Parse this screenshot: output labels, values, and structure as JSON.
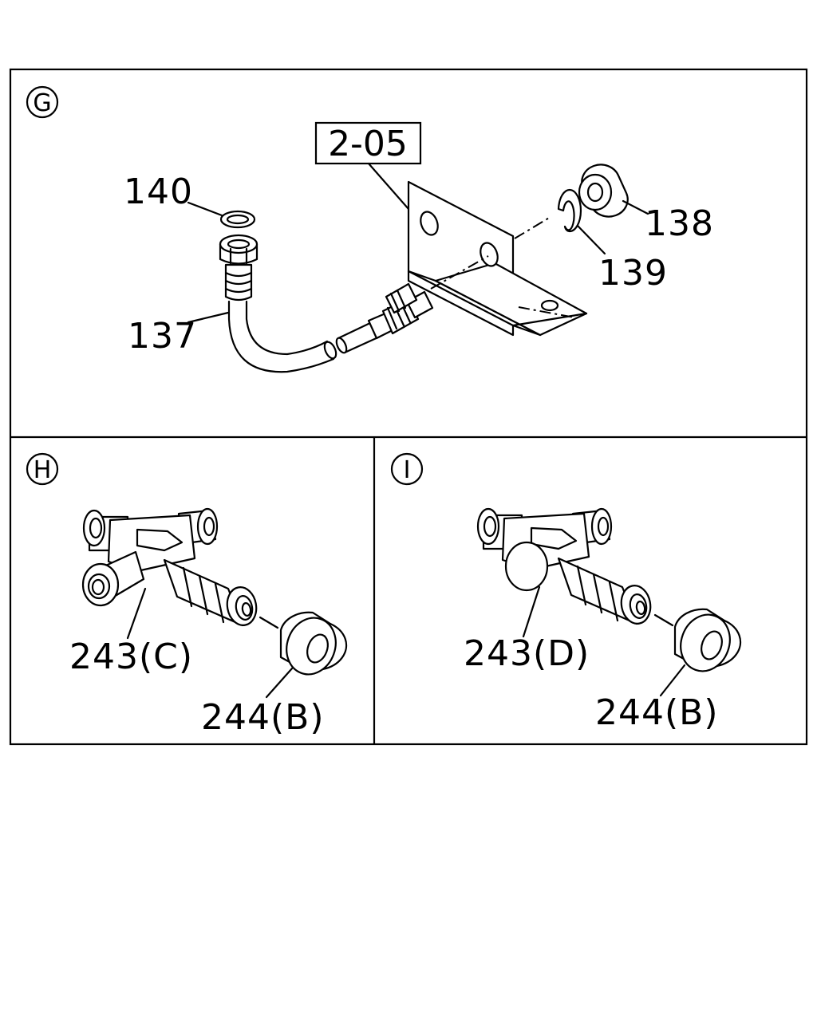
{
  "panels": {
    "g": {
      "marker": "G"
    },
    "h": {
      "marker": "H"
    },
    "i": {
      "marker": "I"
    }
  },
  "callouts": {
    "ref_2_05": "2-05",
    "p140": "140",
    "p137": "137",
    "p138": "138",
    "p139": "139",
    "p243c": "243(C)",
    "p244b_h": "244(B)",
    "p243d": "243(D)",
    "p244b_i": "244(B)"
  }
}
